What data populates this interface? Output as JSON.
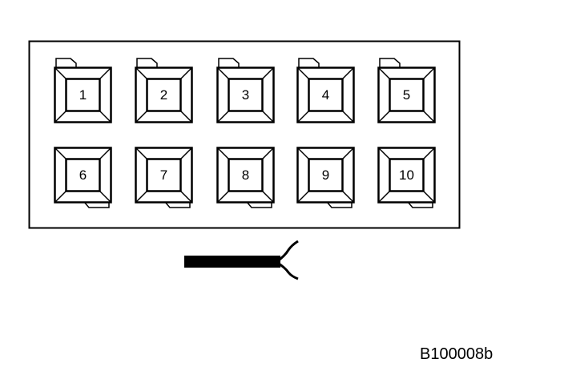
{
  "connector": {
    "top_row_pins": [
      "1",
      "2",
      "3",
      "4",
      "5"
    ],
    "bottom_row_pins": [
      "6",
      "7",
      "8",
      "9",
      "10"
    ]
  },
  "reference_code": "B100008b"
}
